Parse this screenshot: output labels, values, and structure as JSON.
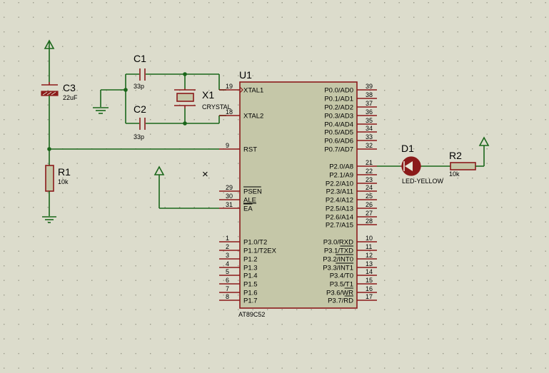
{
  "colors": {
    "background": "#dcdccc",
    "grid_dot": "#9a9a8a",
    "wire": "#1a661a",
    "component_outline": "#8b1a1a",
    "chip_fill": "#c5c7a8",
    "led_fill": "#8b1a1a"
  },
  "chip": {
    "ref": "U1",
    "part": "AT89C52",
    "left_pins": [
      {
        "num": "19",
        "name": "XTAL1"
      },
      {
        "num": "18",
        "name": "XTAL2"
      },
      {
        "num": "9",
        "name": "RST"
      },
      {
        "num": "29",
        "name": "PSEN"
      },
      {
        "num": "30",
        "name": "ALE"
      },
      {
        "num": "31",
        "name": "EA"
      },
      {
        "num": "1",
        "name": "P1.0/T2"
      },
      {
        "num": "2",
        "name": "P1.1/T2EX"
      },
      {
        "num": "3",
        "name": "P1.2"
      },
      {
        "num": "4",
        "name": "P1.3"
      },
      {
        "num": "5",
        "name": "P1.4"
      },
      {
        "num": "6",
        "name": "P1.5"
      },
      {
        "num": "7",
        "name": "P1.6"
      },
      {
        "num": "8",
        "name": "P1.7"
      }
    ],
    "right_pins": [
      {
        "num": "39",
        "name": "P0.0/AD0"
      },
      {
        "num": "38",
        "name": "P0.1/AD1"
      },
      {
        "num": "37",
        "name": "P0.2/AD2"
      },
      {
        "num": "36",
        "name": "P0.3/AD3"
      },
      {
        "num": "35",
        "name": "P0.4/AD4"
      },
      {
        "num": "34",
        "name": "P0.5/AD5"
      },
      {
        "num": "33",
        "name": "P0.6/AD6"
      },
      {
        "num": "32",
        "name": "P0.7/AD7"
      },
      {
        "num": "21",
        "name": "P2.0/A8"
      },
      {
        "num": "22",
        "name": "P2.1/A9"
      },
      {
        "num": "23",
        "name": "P2.2/A10"
      },
      {
        "num": "24",
        "name": "P2.3/A11"
      },
      {
        "num": "25",
        "name": "P2.4/A12"
      },
      {
        "num": "26",
        "name": "P2.5/A13"
      },
      {
        "num": "27",
        "name": "P2.6/A14"
      },
      {
        "num": "28",
        "name": "P2.7/A15"
      },
      {
        "num": "10",
        "name": "P3.0/RXD"
      },
      {
        "num": "11",
        "name": "P3.1/TXD"
      },
      {
        "num": "12",
        "name": "P3.2/INT0"
      },
      {
        "num": "13",
        "name": "P3.3/INT1"
      },
      {
        "num": "14",
        "name": "P3.4/T0"
      },
      {
        "num": "15",
        "name": "P3.5/T1"
      },
      {
        "num": "16",
        "name": "P3.6/WR"
      },
      {
        "num": "17",
        "name": "P3.7/RD"
      }
    ]
  },
  "components": {
    "c1": {
      "ref": "C1",
      "value": "33p"
    },
    "c2": {
      "ref": "C2",
      "value": "33p"
    },
    "c3": {
      "ref": "C3",
      "value": "22uF"
    },
    "x1": {
      "ref": "X1",
      "value": "CRYSTAL"
    },
    "r1": {
      "ref": "R1",
      "value": "10k"
    },
    "r2": {
      "ref": "R2",
      "value": "10k"
    },
    "d1": {
      "ref": "D1",
      "value": "LED-YELLOW"
    }
  },
  "markers": {
    "no_connect": "×"
  }
}
